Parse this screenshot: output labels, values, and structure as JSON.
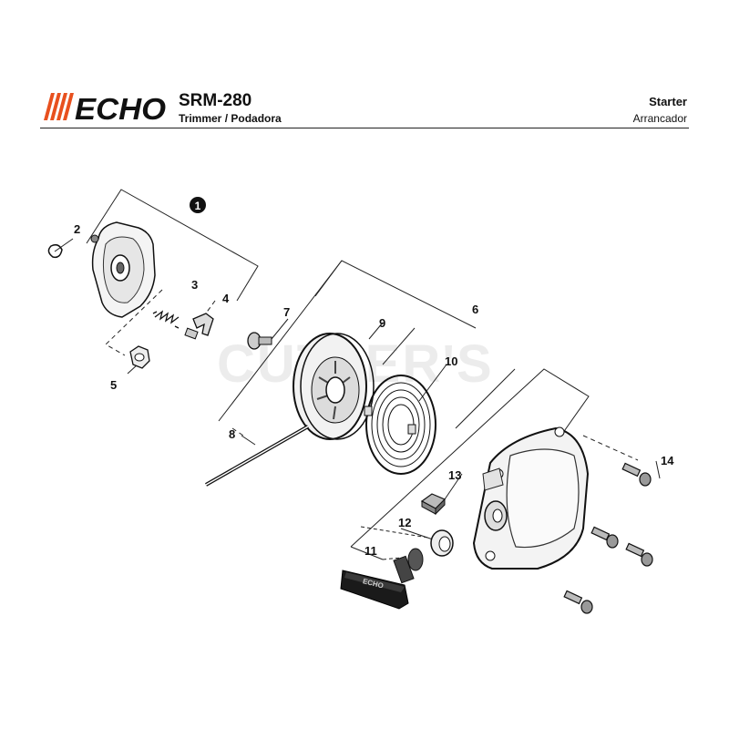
{
  "header": {
    "brand": "ECHO",
    "model": "SRM-280",
    "subtitle": "Trimmer / Podadora",
    "section_title": "Starter",
    "section_title_es": "Arrancador",
    "brand_color": "#e8501e"
  },
  "watermark": "CUTLER'S",
  "callouts": [
    "1",
    "2",
    "3",
    "4",
    "5",
    "6",
    "7",
    "8",
    "9",
    "10",
    "11",
    "12",
    "13",
    "14"
  ],
  "handle_text": "ECHO"
}
